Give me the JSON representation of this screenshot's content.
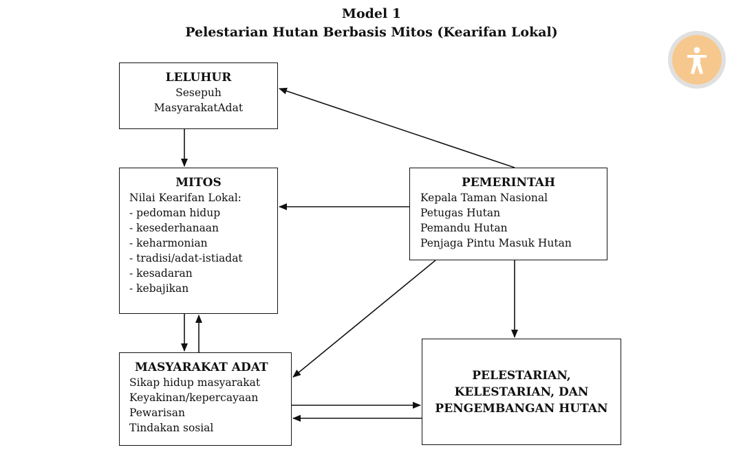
{
  "title": {
    "line1": "Model 1",
    "line2": "Pelestarian Hutan Berbasis Mitos (Kearifan Lokal)"
  },
  "boxes": {
    "leluhur": {
      "heading": "LELUHUR",
      "lines": [
        "Sesepuh",
        "MasyarakatAdat"
      ]
    },
    "mitos": {
      "heading": "MITOS",
      "lines": [
        "Nilai Kearifan Lokal:",
        "- pedoman hidup",
        "- kesederhanaan",
        "- keharmonian",
        "- tradisi/adat-istiadat",
        "- kesadaran",
        "- kebajikan"
      ]
    },
    "pemerintah": {
      "heading": "PEMERINTAH",
      "lines": [
        "Kepala Taman  Nasional",
        "Petugas Hutan",
        "Pemandu Hutan",
        "Penjaga Pintu Masuk Hutan"
      ]
    },
    "masyarakat": {
      "heading": "MASYARAKAT ADAT",
      "lines": [
        "Sikap hidup masyarakat",
        "Keyakinan/kepercayaan",
        "Pewarisan",
        "Tindakan sosial"
      ]
    },
    "pelestarian": {
      "heading_lines": [
        "PELESTARIAN,",
        "KELESTARIAN, DAN",
        "PENGEMBANGAN HUTAN"
      ]
    }
  },
  "arrows": [
    {
      "from": "leluhur",
      "to": "mitos"
    },
    {
      "from": "pemerintah",
      "to": "leluhur"
    },
    {
      "from": "pemerintah",
      "to": "mitos"
    },
    {
      "from": "pemerintah",
      "to": "masyarakat"
    },
    {
      "from": "pemerintah",
      "to": "pelestarian"
    },
    {
      "from": "mitos",
      "to": "masyarakat"
    },
    {
      "from": "masyarakat",
      "to": "mitos"
    },
    {
      "from": "masyarakat",
      "to": "pelestarian"
    },
    {
      "from": "pelestarian",
      "to": "masyarakat"
    }
  ],
  "colors": {
    "ink": "#111111",
    "accessibility_badge": "#f7c88d"
  },
  "icons": {
    "accessibility": "accessibility-icon"
  }
}
